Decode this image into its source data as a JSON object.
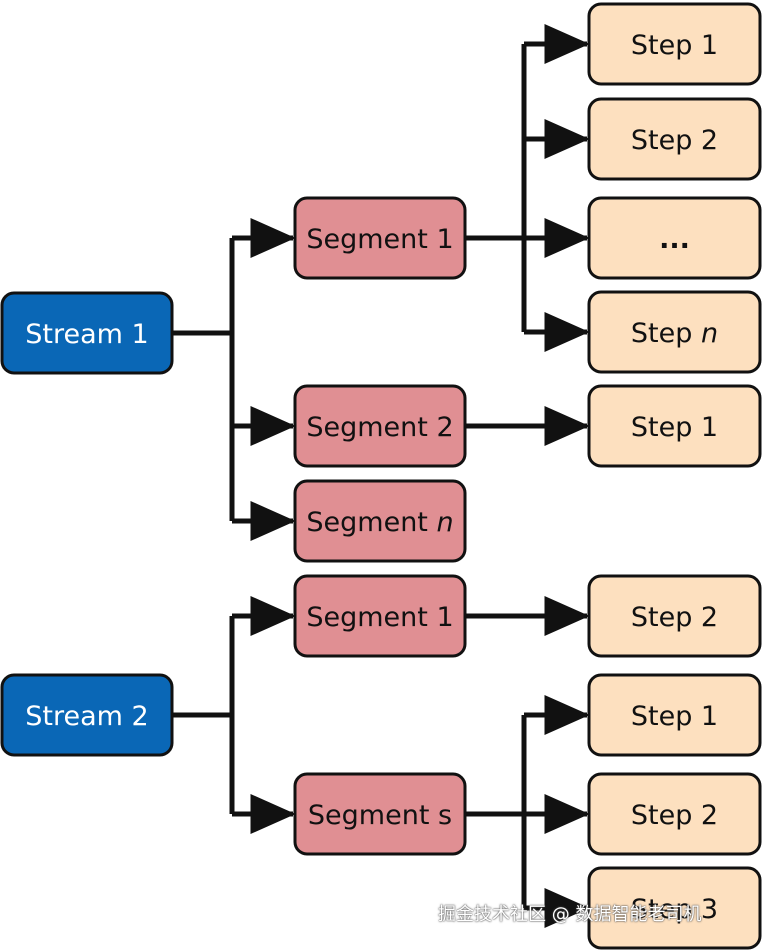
{
  "colors": {
    "stream_fill": "#0a67b6",
    "segment_fill": "#e08f93",
    "step_fill": "#fde0bf",
    "stroke": "#111111"
  },
  "streams": [
    {
      "label": "Stream 1",
      "segments": [
        {
          "label": "Segment 1",
          "steps": [
            "Step 1",
            "Step 2",
            "...",
            "Step n"
          ]
        },
        {
          "label": "Segment 2",
          "steps": [
            "Step 1"
          ]
        },
        {
          "label": "Segment n",
          "steps": []
        }
      ]
    },
    {
      "label": "Stream 2",
      "segments": [
        {
          "label": "Segment 1",
          "steps": [
            "Step 2"
          ]
        },
        {
          "label": "Segment s",
          "steps": [
            "Step 1",
            "Step 2",
            "Step 3"
          ]
        }
      ]
    }
  ],
  "watermark": "掘金技术社区 @ 数据智能老司机"
}
